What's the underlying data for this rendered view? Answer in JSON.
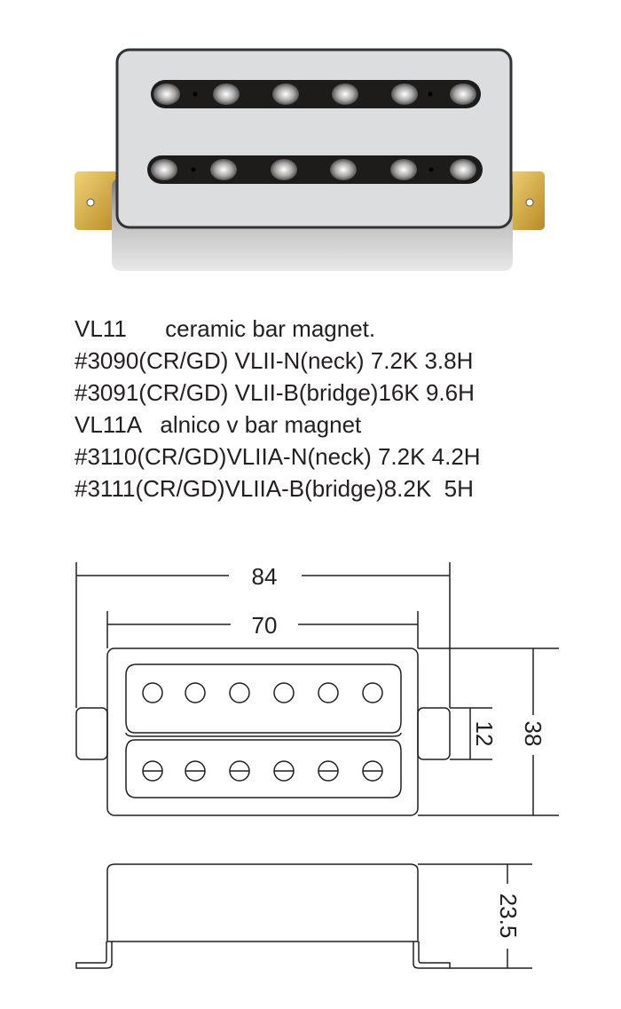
{
  "specs": [
    "VL11      ceramic bar magnet.",
    "#3090(CR/GD) VLII-N(neck) 7.2K 3.8H",
    "#3091(CR/GD) VLII-B(bridge)16K 9.6H",
    "VL11A   alnico v bar magnet",
    "#3110(CR/GD)VLIIA-N(neck) 7.2K 4.2H",
    "#3111(CR/GD)VLIIA-B(bridge)8.2K  5H"
  ],
  "dimensions": {
    "overall_length": "84",
    "cover_length": "70",
    "cover_width": "38",
    "tab_width": "12",
    "height": "23.5"
  },
  "colors": {
    "chrome": "#d9dadc",
    "gold": "#d9b24a",
    "line": "#231f20"
  }
}
